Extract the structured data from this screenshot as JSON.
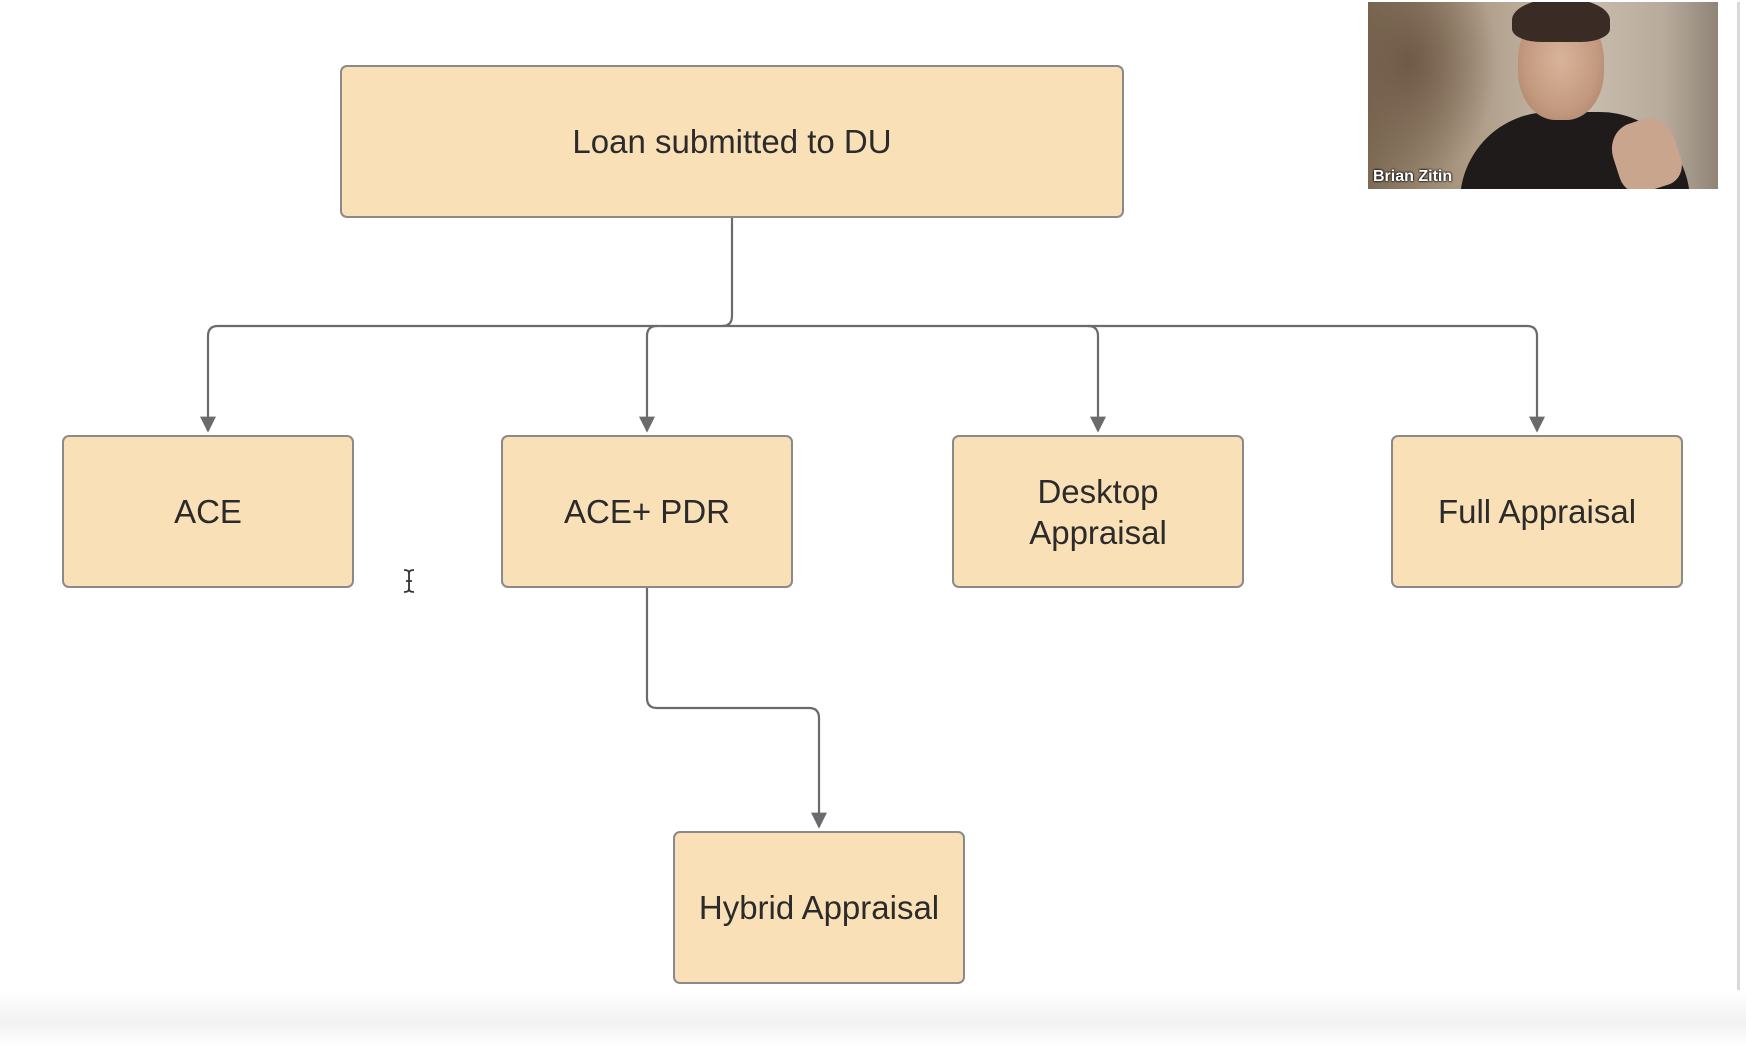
{
  "colors": {
    "node_fill": "#f9e0b6",
    "node_border": "#8a8a8a",
    "connector": "#6b6b6b",
    "text": "#2b2b2b"
  },
  "flowchart": {
    "root": "Loan submitted to DU",
    "ace": "ACE",
    "ace_pdr": "ACE+ PDR",
    "desktop_appraisal": "Desktop Appraisal",
    "full_appraisal": "Full Appraisal",
    "hybrid_appraisal": "Hybrid Appraisal"
  },
  "video": {
    "participant_name": "Brian Zitin"
  },
  "icons": {
    "cursor": "text-cursor-icon"
  }
}
